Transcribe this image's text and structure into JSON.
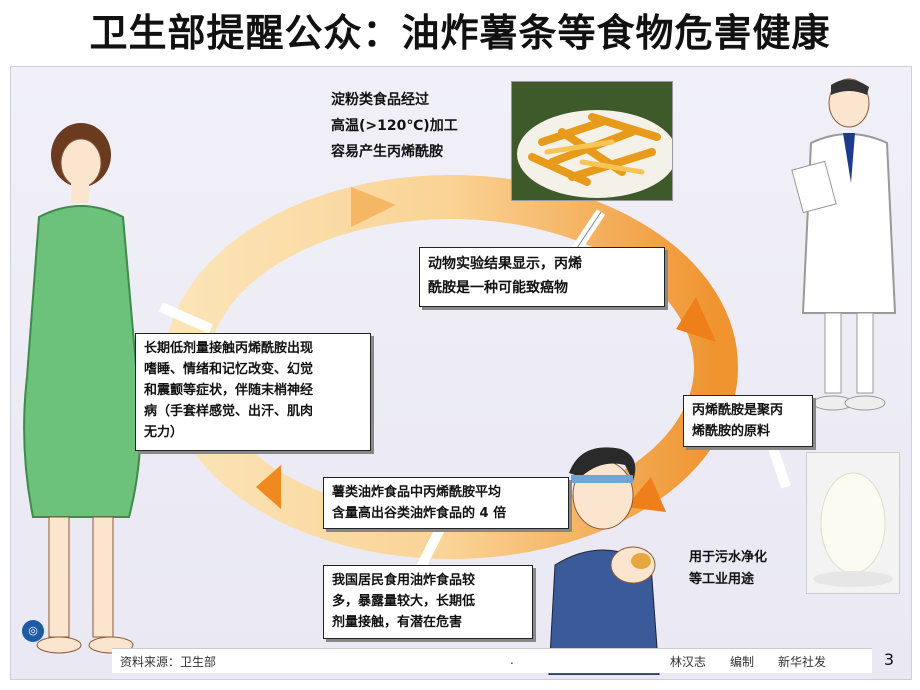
{
  "title": "卫生部提醒公众：油炸薯条等食物危害健康",
  "boxes": {
    "top_caption": [
      "淀粉类食品经过",
      "高温(>120℃)加工",
      "容易产生丙烯酰胺"
    ],
    "carcinogen": [
      "动物实验结果显示，丙烯",
      "酰胺是一种可能致癌物"
    ],
    "raw_material": [
      "丙烯酰胺是聚丙",
      "烯酰胺的原料"
    ],
    "industrial_use": [
      "用于污水净化",
      "等工业用途"
    ],
    "average_content": [
      "薯类油炸食品中丙烯酰胺平均",
      "含量高出谷类油炸食品的 4 倍"
    ],
    "exposure": [
      "我国居民食用油炸食品较",
      "多，暴露量较大，长期低",
      "剂量接触，有潜在危害"
    ],
    "symptoms": [
      "长期低剂量接触丙烯酰胺出现",
      "嗜睡、情绪和记忆改变、幻觉",
      "和震颤等症状，伴随末梢神经",
      "病（手套样感觉、出汗、肌肉",
      "无力）"
    ]
  },
  "footer": {
    "source": "资料来源：卫生部",
    "dot": ".",
    "editor": "林汉志　　编制　　新华社发"
  },
  "page_number": "3",
  "colors": {
    "arrow_orange": "#f08a1a",
    "arrow_light": "#fbd89a",
    "dress_green": "#6cc27a",
    "panel_bg": "#eeedf6"
  }
}
